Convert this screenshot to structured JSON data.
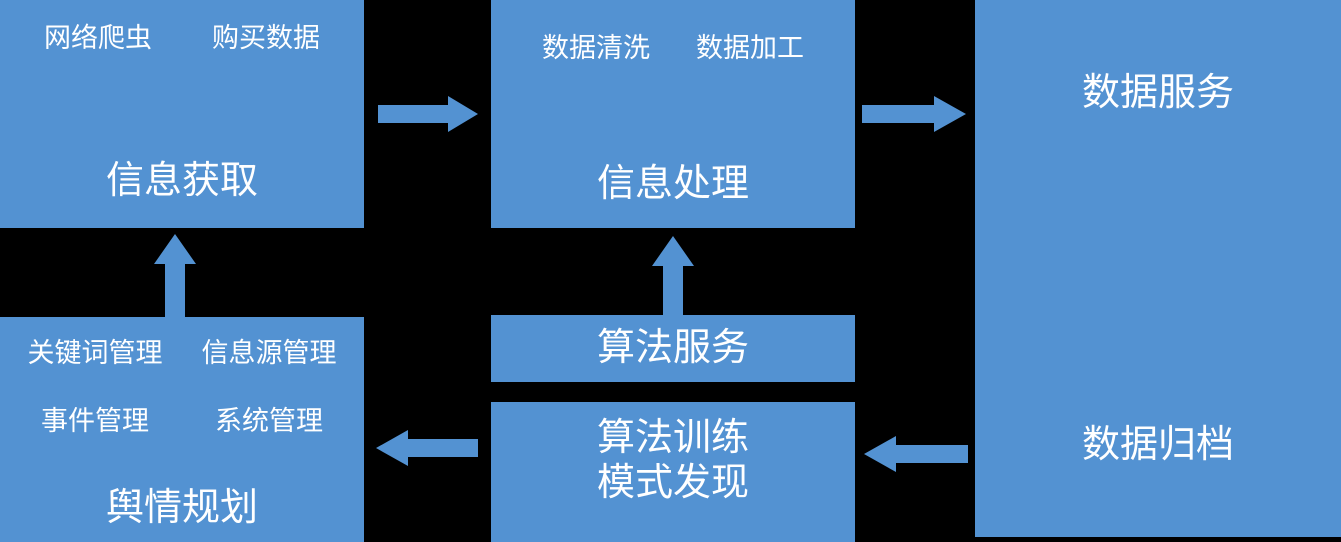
{
  "diagram": {
    "accent_color": "#5392d2",
    "background_color": "#000000",
    "text_color": "#ffffff",
    "boxes": {
      "info_acquire": {
        "title": "信息获取",
        "items": [
          "网络爬虫",
          "购买数据"
        ]
      },
      "info_process": {
        "title": "信息处理",
        "items": [
          "数据清洗",
          "数据加工"
        ]
      },
      "data_service": {
        "title": "数据服务",
        "secondary_title": "数据归档"
      },
      "public_opinion_plan": {
        "title": "舆情规划",
        "items_row1": [
          "关键词管理",
          "信息源管理"
        ],
        "items_row2": [
          "事件管理",
          "系统管理"
        ]
      },
      "algorithm_service": {
        "title": "算法服务"
      },
      "algorithm_training": {
        "title_line1": "算法训练",
        "title_line2": "模式发现"
      }
    },
    "arrows": [
      {
        "name": "acquire-to-process",
        "direction": "right"
      },
      {
        "name": "process-to-service",
        "direction": "right"
      },
      {
        "name": "plan-to-acquire",
        "direction": "up"
      },
      {
        "name": "algo-to-process",
        "direction": "up"
      },
      {
        "name": "algo-to-plan",
        "direction": "left"
      },
      {
        "name": "archive-to-algo",
        "direction": "left"
      }
    ]
  }
}
